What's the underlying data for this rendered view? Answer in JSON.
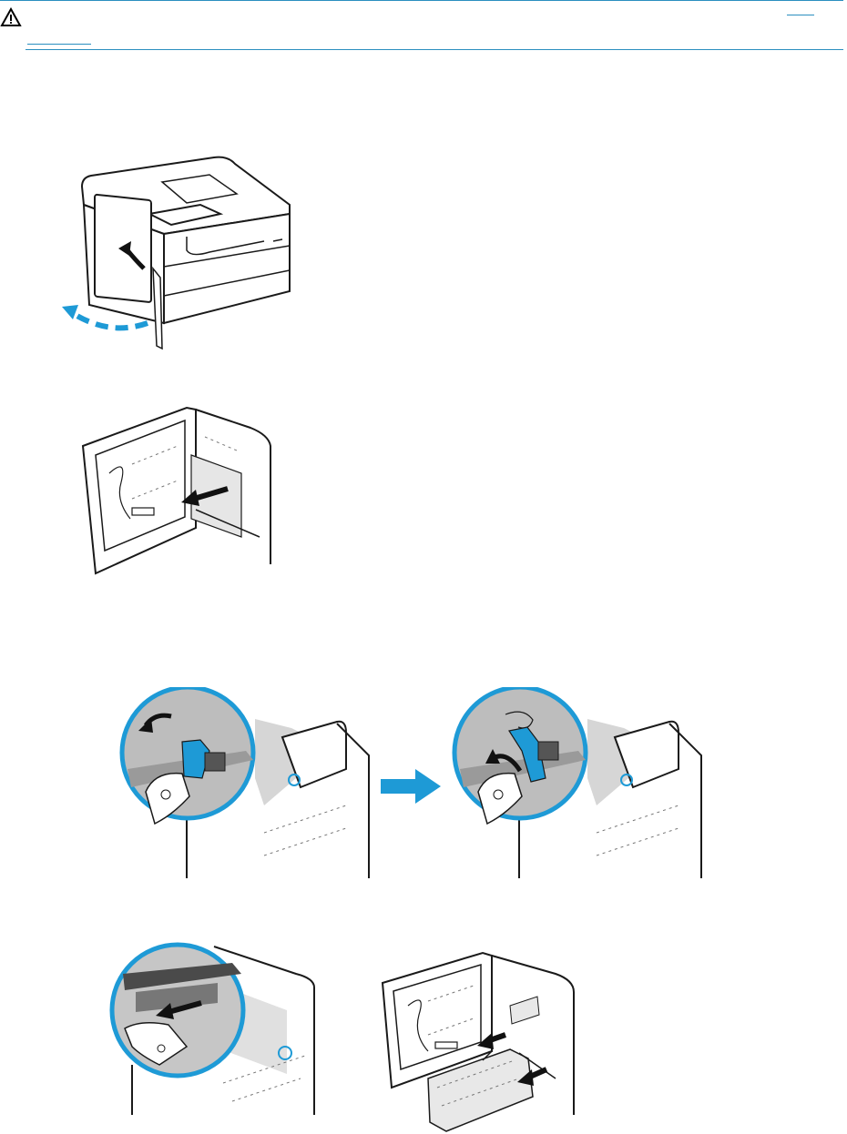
{
  "caution": {
    "icon": "warning-triangle-icon"
  },
  "figures": [
    {
      "icon": "printer-open-left-door-figure"
    },
    {
      "icon": "pull-cleaning-tray-figure"
    },
    {
      "icon": "rotate-blue-lever-figure"
    },
    {
      "icon": "slide-tray-out-figure"
    },
    {
      "icon": "remove-tray-figure"
    }
  ],
  "colors": {
    "accent": "#1e9ad6",
    "line": "#1a1a1a",
    "rule": "#2a8fbf",
    "shade": "#c8c8c8"
  }
}
